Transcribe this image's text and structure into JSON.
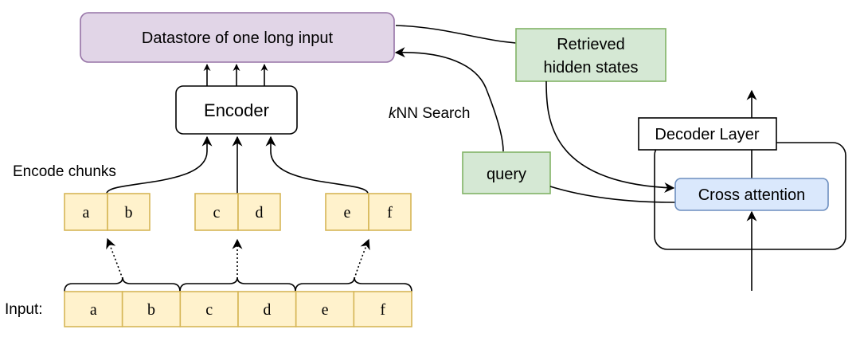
{
  "datastore": {
    "label": "Datastore of one long input",
    "fill": "#e1d5e7",
    "stroke": "#9673a6"
  },
  "encoder": {
    "label": "Encoder"
  },
  "encode_chunks": {
    "label": "Encode chunks"
  },
  "chunks": [
    {
      "left": "a",
      "right": "b"
    },
    {
      "left": "c",
      "right": "d"
    },
    {
      "left": "e",
      "right": "f"
    }
  ],
  "input": {
    "label": "Input:",
    "tokens": [
      "a",
      "b",
      "c",
      "d",
      "e",
      "f"
    ]
  },
  "token_style": {
    "fill": "#fff2cc",
    "stroke": "#d6b656"
  },
  "knn": {
    "italic": "k",
    "rest": "NN Search"
  },
  "retrieved": {
    "line1": "Retrieved",
    "line2": "hidden states",
    "fill": "#d5e8d4",
    "stroke": "#82b366"
  },
  "query": {
    "label": "query"
  },
  "decoder": {
    "label": "Decoder Layer"
  },
  "cross_attention": {
    "label": "Cross attention",
    "fill": "#dae8fc",
    "stroke": "#6c8ebf"
  }
}
